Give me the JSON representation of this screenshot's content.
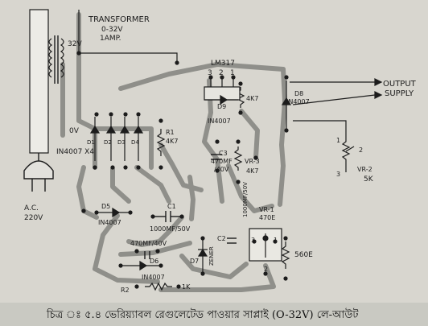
{
  "labels": {
    "transformer_title": "TRANSFORMER",
    "transformer_voltage": "0-32V",
    "transformer_current": "1AMP.",
    "secondary_32v": "32V",
    "secondary_0v": "0V",
    "regulator": "LM317",
    "pin3": "3",
    "pin2": "2",
    "pin1": "1",
    "output_supply_line1": "OUTPUT",
    "output_supply_line2": "SUPPLY",
    "d1": "D1",
    "d2": "D2",
    "d3": "D3",
    "d4": "D4",
    "bridge_diodes": "IN4007 X4",
    "r1_name": "R1",
    "r1_value": "4K7",
    "d9": "D9",
    "d9_part": "IN4007",
    "r_4k7": "4K7",
    "d8": "D8",
    "d8_part": "IN4007",
    "c3_name": "C3",
    "c3_value": "470MF",
    "c3_voltage": "/40V",
    "vr3_name": "VR-3",
    "vr3_value": "4K7",
    "vr2_pin1": "1",
    "vr2_pin2": "2",
    "vr2_pin3": "3",
    "vr2_name": "VR-2",
    "vr2_value": "5K",
    "ac_line1": "A.C.",
    "ac_line2": "220V",
    "d5_name": "D5",
    "d5_part": "IN4007",
    "c1_name": "C1",
    "c1_value": "1000MF/50V",
    "c_470": "470MF/40V",
    "d6_name": "D6",
    "d6_part": "IN4007",
    "vr1_name": "VR-1",
    "vr1_value": "470E",
    "vr1_pin3": "3",
    "vr1_pin1": "1",
    "vr1_pin2": "2",
    "c2_name": "C2",
    "c2_value": "1000MF/50V",
    "d7_name": "D7",
    "zener": "ZENER",
    "r_560": "560E",
    "r2_name": "R2",
    "r2_value": "1K"
  },
  "caption": "চিত্র ঃ ৫.৪ ভেরিয়্যাবল রেগুলেটেড পাওয়ার সাপ্লাই (O-32V) লে-আউট",
  "colors": {
    "background": "#d8d6cf",
    "track": "#8f8f8a",
    "ink": "#1c1c1c",
    "caption_band": "#c9c9c2"
  }
}
